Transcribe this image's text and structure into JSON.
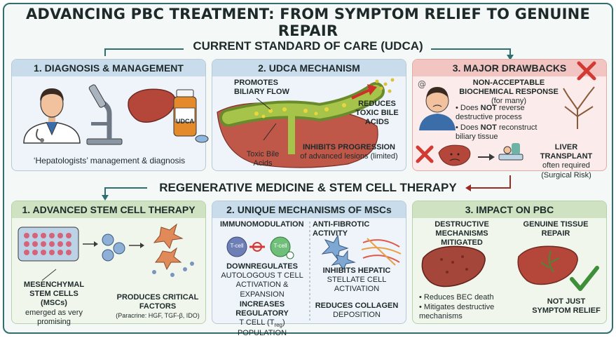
{
  "title": "ADVANCING PBC TREATMENT: FROM SYMPTOM RELIEF TO GENUINE REPAIR",
  "sections": {
    "current": "CURRENT STANDARD OF CARE (UDCA)",
    "regen": "REGENERATIVE MEDICINE & STEM CELL THERAPY"
  },
  "top": {
    "p1": {
      "head": "1. DIAGNOSIS & MANAGEMENT",
      "caption": "‘Hepatologists’ management & diagnosis",
      "bottle_label": "UDCA"
    },
    "p2": {
      "head": "2. UDCA MECHANISM",
      "promotes": "PROMOTES BILIARY FLOW",
      "reduces": "REDUCES TOXIC BILE ACIDS",
      "toxic": "Toxic Bile Acids",
      "inhibits_bold": "INHIBITS PROGRESSION",
      "inhibits_rest": "of advanced lesions (limited)"
    },
    "p3": {
      "head": "3. MAJOR DRAWBACKS",
      "nonacc_bold": "NON-ACCEPTABLE BIOCHEMICAL RESPONSE",
      "nonacc_rest": "(for many)",
      "b1_pre": "Does ",
      "b1_strong": "NOT",
      "b1_post": " reverse destructive process",
      "b2_pre": "Does ",
      "b2_strong": "NOT",
      "b2_post": " reconstruct biliary tissue",
      "transplant_bold": "LIVER TRANSPLANT",
      "transplant_rest": "often required (Surgical Risk)"
    }
  },
  "bottom": {
    "p1": {
      "head": "1. ADVANCED STEM CELL THERAPY",
      "msc": "MESENCHYMAL STEM CELLS (MSCs)",
      "msc_rest": "emerged as very promising",
      "factors": "PRODUCES CRITICAL FACTORS",
      "paracrine": "(Paracrine: HGF, TGF-β, IDO)"
    },
    "p2": {
      "head": "2. UNIQUE MECHANISMS OF MSCs",
      "immuno": "IMMUNOMODULATION",
      "antifib": "ANTI-FIBROTIC ACTIVITY",
      "tcell": "T-cell",
      "down_bold": "DOWNREGULATES",
      "down_rest": "AUTOLOGOUS T CELL ACTIVATION & EXPANSION",
      "inhibits_bold": "INHIBITS HEPATIC",
      "inhibits_rest": "STELLATE CELL ACTIVATION",
      "increases_bold": "INCREASES REGULATORY",
      "increases_rest": "T CELL (T",
      "treg_sub": "reg",
      "increases_end": ") POPULATION",
      "collagen_bold": "REDUCES COLLAGEN",
      "collagen_rest": "DEPOSITION"
    },
    "p3": {
      "head": "3. IMPACT ON PBC",
      "destructive": "DESTRUCTIVE MECHANISMS MITIGATED",
      "genuine": "GENUINE TISSUE REPAIR",
      "b1": "Reduces BEC death",
      "b2": "Mitigates destructive mechanisms",
      "not_just": "NOT JUST SYMPTOM RELIEF"
    }
  },
  "colors": {
    "teal": "#2f6f6f",
    "liver": "#b5473a",
    "green_check": "#3f8f3a",
    "red_x": "#d23a33"
  }
}
